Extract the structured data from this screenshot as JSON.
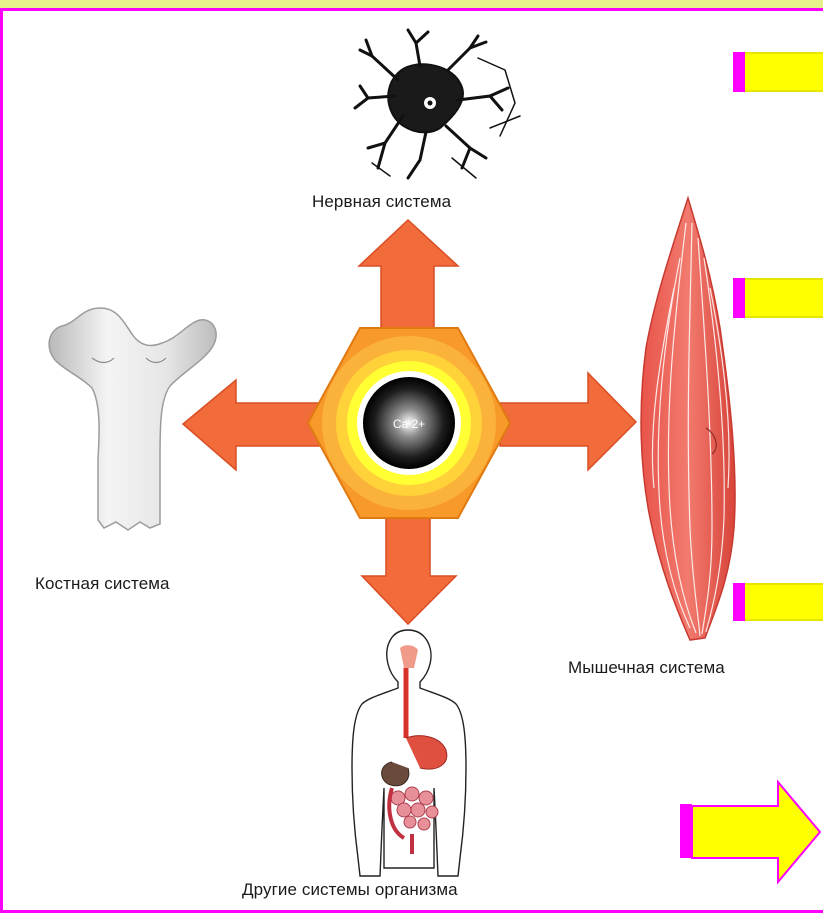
{
  "diagram": {
    "center_label": "Ca 2+",
    "systems": {
      "nervous": "Нервная система",
      "bone": "Костная система",
      "muscle": "Мышечная система",
      "other": "Другие системы организма"
    }
  },
  "colors": {
    "frame": "#ff00ff",
    "top_band": "#e6f08a",
    "arrow": "#f26b3a",
    "button_fill": "#ffff00",
    "button_bar": "#ff00ff"
  },
  "navigation": {
    "buttons": [
      "rect-button",
      "rect-button",
      "rect-button",
      "arrow-button"
    ]
  }
}
